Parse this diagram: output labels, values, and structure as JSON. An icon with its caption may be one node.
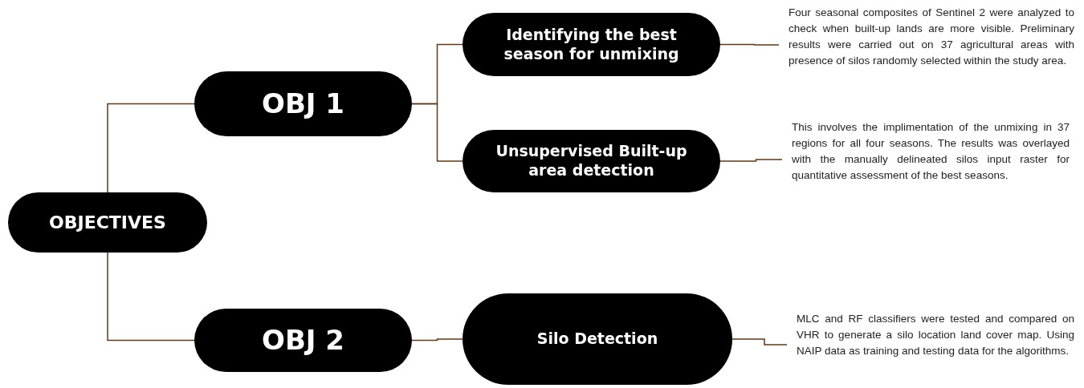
{
  "diagram": {
    "nodes": [
      {
        "text": [
          "OBJECTIVES"
        ]
      },
      {
        "text": [
          "OBJ 1"
        ]
      },
      {
        "text": [
          "OBJ 2"
        ]
      },
      {
        "text": [
          "Identifying the best season for unmixing"
        ]
      },
      {
        "text": [
          "Unsupervised Built-up area detection"
        ]
      },
      {
        "text": [
          "Silo Detection"
        ]
      },
      {
        "text": [
          "Four seasonal composites of Sentinel 2 were analyzed to check when built-up lands are more visible. Preliminary results were carried out on 37 agricultural areas with presence of silos randomly selected within the study area."
        ]
      },
      {
        "text": [
          "This involves the implimentation of the unmixing in 37 regions for all four seasons. The results was overlayed with the manually delineated silos input raster for quantitative assessment of the best seasons."
        ]
      },
      {
        "text": [
          "MLC and RF classifiers were tested and compared on VHR to generate a silo location land cover map. Using NAIP data as training and testing data for the algorithms."
        ]
      }
    ],
    "edges": [
      {
        "from": 0,
        "to": 1,
        "arrow": "none"
      },
      {
        "from": 0,
        "to": 2,
        "arrow": "none"
      },
      {
        "from": 1,
        "to": 3,
        "arrow": "none"
      },
      {
        "from": 1,
        "to": 4,
        "arrow": "none"
      },
      {
        "from": 2,
        "to": 5,
        "arrow": "none"
      },
      {
        "from": 3,
        "to": 6,
        "arrow": "none"
      },
      {
        "from": 4,
        "to": 7,
        "arrow": "none"
      },
      {
        "from": 5,
        "to": 8,
        "arrow": "none"
      }
    ]
  }
}
